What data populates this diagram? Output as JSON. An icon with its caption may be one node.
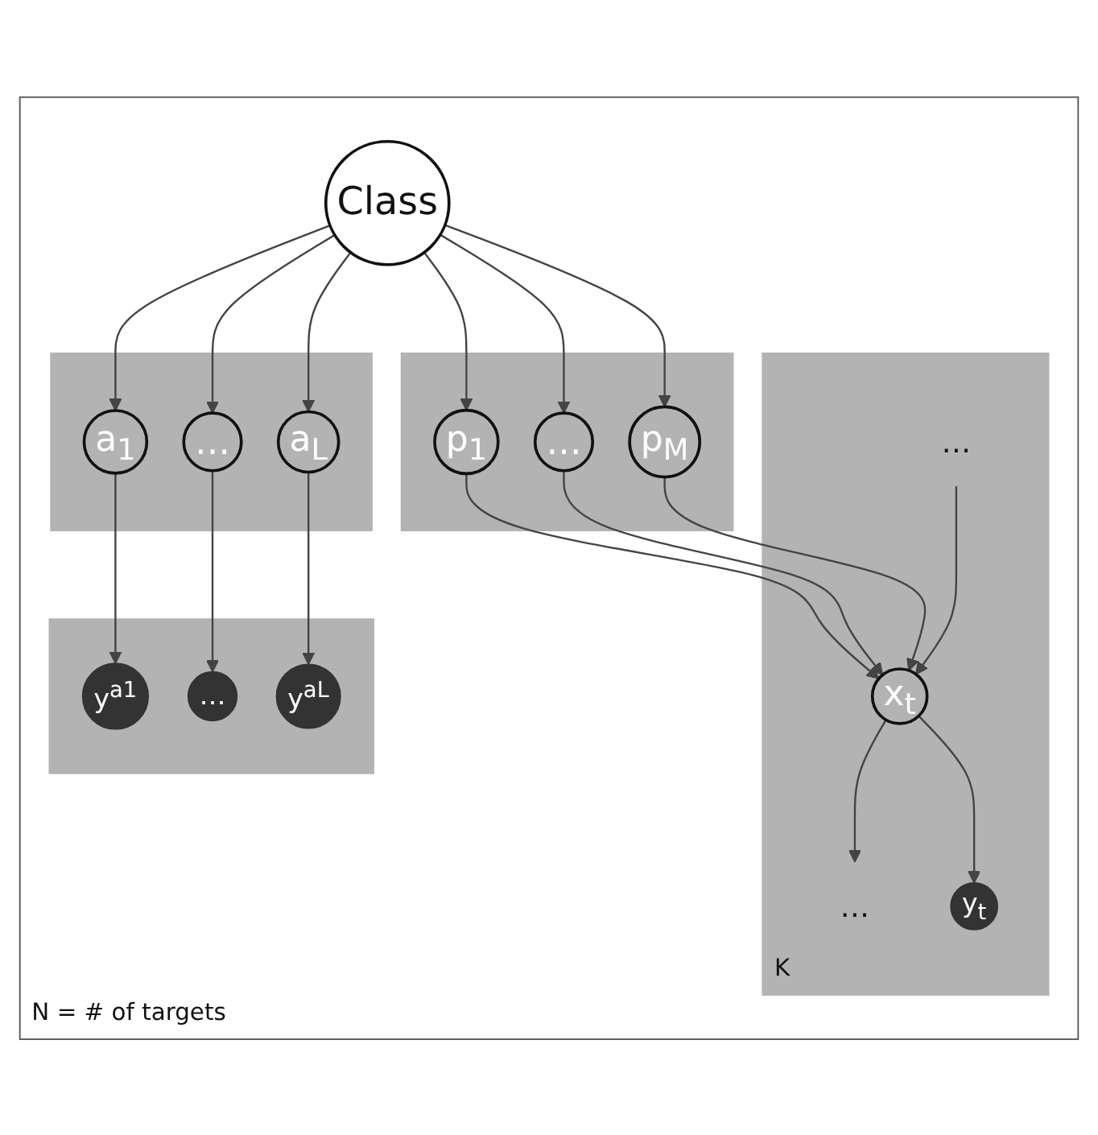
{
  "diagram": {
    "nodes": [
      {
        "text": [
          "N = # of targets"
        ]
      },
      {
        "text": [
          "Class"
        ],
        "in": 0
      },
      {
        "text": [],
        "shape": "box",
        "in": 0
      },
      {
        "text": [
          "a$_{1}$"
        ],
        "in": 2
      },
      {
        "text": [
          "…"
        ],
        "in": 2
      },
      {
        "text": [
          "a$_{L}$"
        ],
        "in": 2
      },
      {
        "text": [],
        "shape": "box",
        "in": 0
      },
      {
        "text": [
          "p$_{1}$"
        ],
        "in": 6
      },
      {
        "text": [
          "…"
        ],
        "in": 6
      },
      {
        "text": [
          "p$_{M}$"
        ],
        "in": 6
      },
      {
        "text": [],
        "shape": "box",
        "in": 0
      },
      {
        "text": [
          "y$^{a1}$"
        ],
        "in": 10
      },
      {
        "text": [
          "…"
        ],
        "in": 10
      },
      {
        "text": [
          "y$^{aL}$"
        ],
        "in": 10
      },
      {
        "text": [
          "K"
        ],
        "in": 0
      },
      {
        "text": [
          "…"
        ],
        "in": 14
      },
      {
        "text": [
          "x$_{t}$"
        ],
        "in": 14
      },
      {
        "text": [
          "…"
        ],
        "in": 14
      },
      {
        "text": [
          "y$_{t}$"
        ],
        "in": 14
      }
    ],
    "edges": [
      {
        "from": 1,
        "to": 3,
        "arrow": "to"
      },
      {
        "from": 1,
        "to": 4,
        "arrow": "to"
      },
      {
        "from": 1,
        "to": 5,
        "arrow": "to"
      },
      {
        "from": 1,
        "to": 7,
        "arrow": "to"
      },
      {
        "from": 1,
        "to": 8,
        "arrow": "to"
      },
      {
        "from": 1,
        "to": 9,
        "arrow": "to"
      },
      {
        "from": 3,
        "to": 11,
        "arrow": "to"
      },
      {
        "from": 4,
        "to": 12,
        "arrow": "to"
      },
      {
        "from": 5,
        "to": 13,
        "arrow": "to"
      },
      {
        "from": 7,
        "to": 16,
        "arrow": "to"
      },
      {
        "from": 8,
        "to": 16,
        "arrow": "to"
      },
      {
        "from": 9,
        "to": 16,
        "arrow": "to"
      },
      {
        "from": 15,
        "to": 16,
        "arrow": "to"
      },
      {
        "from": 16,
        "to": 17,
        "arrow": "to"
      },
      {
        "from": 16,
        "to": 18,
        "arrow": "to"
      }
    ]
  }
}
